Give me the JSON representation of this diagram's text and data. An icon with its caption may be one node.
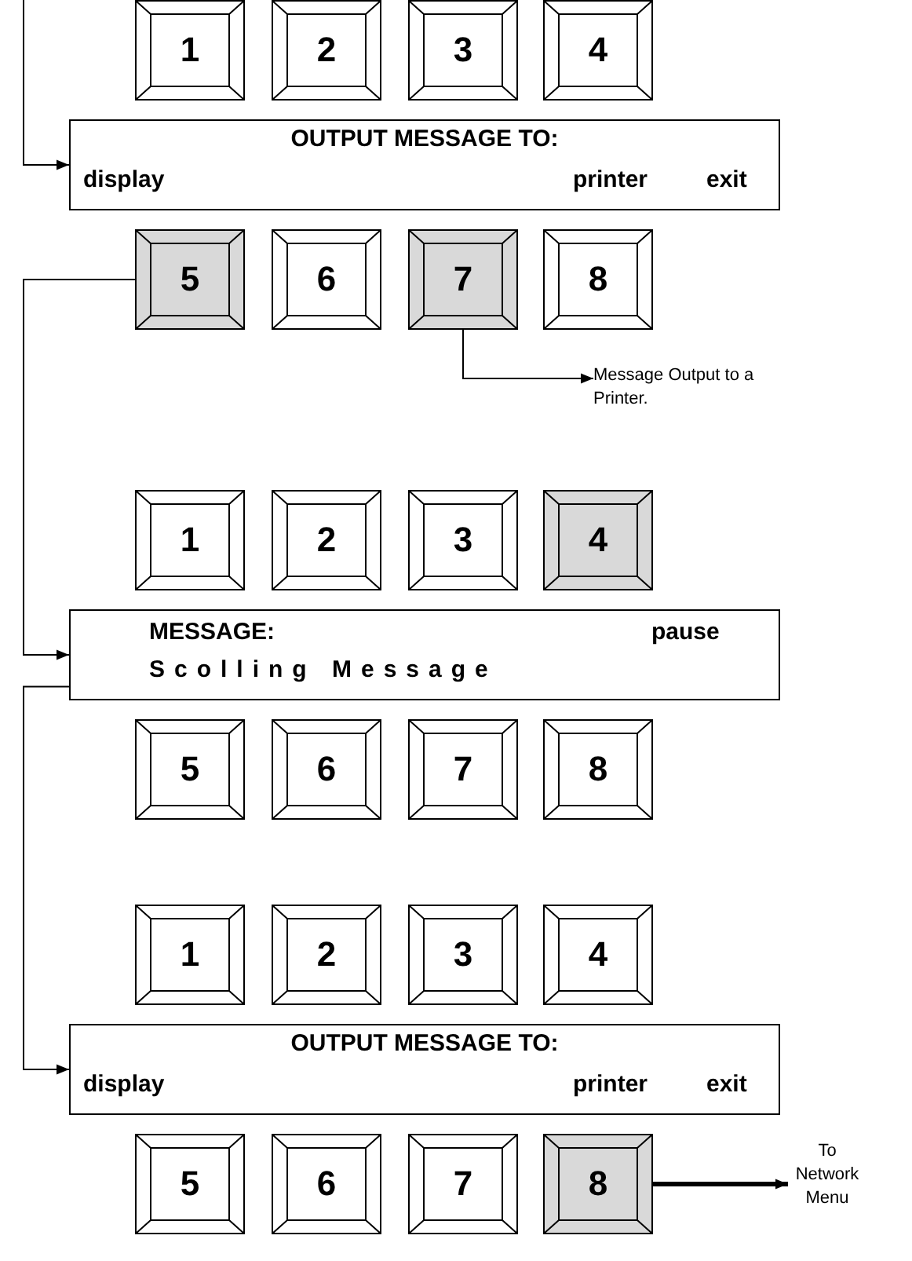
{
  "diagram": {
    "nodes": [
      {
        "text": [
          "1"
        ]
      },
      {
        "text": [
          "2"
        ]
      },
      {
        "text": [
          "3"
        ]
      },
      {
        "text": [
          "4"
        ]
      },
      {
        "text": [
          "OUTPUT MESSAGE TO:",
          "display",
          "printer",
          "exit"
        ]
      },
      {
        "text": [
          "5"
        ]
      },
      {
        "text": [
          "6"
        ]
      },
      {
        "text": [
          "7"
        ]
      },
      {
        "text": [
          "8"
        ]
      },
      {
        "text": [
          "Message Output to a Printer."
        ]
      },
      {
        "text": [
          "1"
        ]
      },
      {
        "text": [
          "2"
        ]
      },
      {
        "text": [
          "3"
        ]
      },
      {
        "text": [
          "4"
        ]
      },
      {
        "text": [
          "MESSAGE:",
          "pause",
          "Scolling Message"
        ]
      },
      {
        "text": [
          "5"
        ]
      },
      {
        "text": [
          "6"
        ]
      },
      {
        "text": [
          "7"
        ]
      },
      {
        "text": [
          "8"
        ]
      },
      {
        "text": [
          "1"
        ]
      },
      {
        "text": [
          "2"
        ]
      },
      {
        "text": [
          "3"
        ]
      },
      {
        "text": [
          "4"
        ]
      },
      {
        "text": [
          "OUTPUT MESSAGE TO:",
          "display",
          "printer",
          "exit"
        ]
      },
      {
        "text": [
          "5"
        ]
      },
      {
        "text": [
          "6"
        ]
      },
      {
        "text": [
          "7"
        ]
      },
      {
        "text": [
          "8"
        ]
      },
      {
        "text": [
          "To Network Menu"
        ]
      }
    ],
    "edges": [
      {
        "from": null,
        "to": 4,
        "arrow": "to"
      },
      {
        "from": 5,
        "to": 14,
        "arrow": "to"
      },
      {
        "from": 7,
        "to": 9,
        "arrow": "to"
      },
      {
        "from": 14,
        "to": 23,
        "arrow": "to"
      },
      {
        "from": 27,
        "to": 28,
        "arrow": "to",
        "style": "thick"
      }
    ]
  }
}
